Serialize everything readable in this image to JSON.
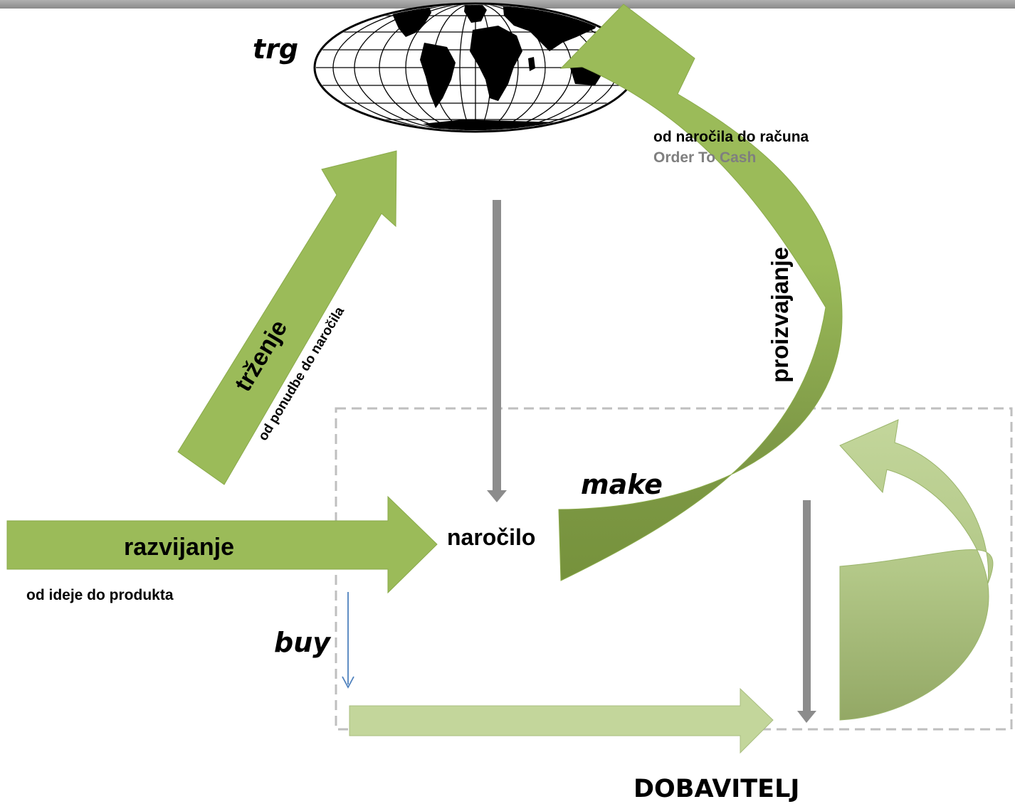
{
  "labels": {
    "trg": "trg",
    "od_narocila_do_racuna": "od naročila do računa",
    "order_to_cash": "Order To Cash",
    "trzenje": "trženje",
    "od_ponudbe_do_narocila": "od ponudbe do naročila",
    "proizvajanje": "proizvajanje",
    "make": "make",
    "narocilo": "naročilo",
    "razvijanje": "razvijanje",
    "od_ideje_do_produkta": "od ideje do produkta",
    "buy": "buy",
    "dobavitelj": "DOBAVITELJ"
  },
  "colors": {
    "arrow_green": "#9bbb59",
    "arrow_green_dark": "#76923c",
    "arrow_light": "#c3d69b",
    "arrow_light_dark": "#8fa561",
    "gray_arrow": "#8c8c8c",
    "blue_arrow": "#4f81bd",
    "dashed_box": "#bfbfbf",
    "order_to_cash_text": "#7f7f7f"
  },
  "icons": {
    "globe": "world-globe-icon"
  }
}
